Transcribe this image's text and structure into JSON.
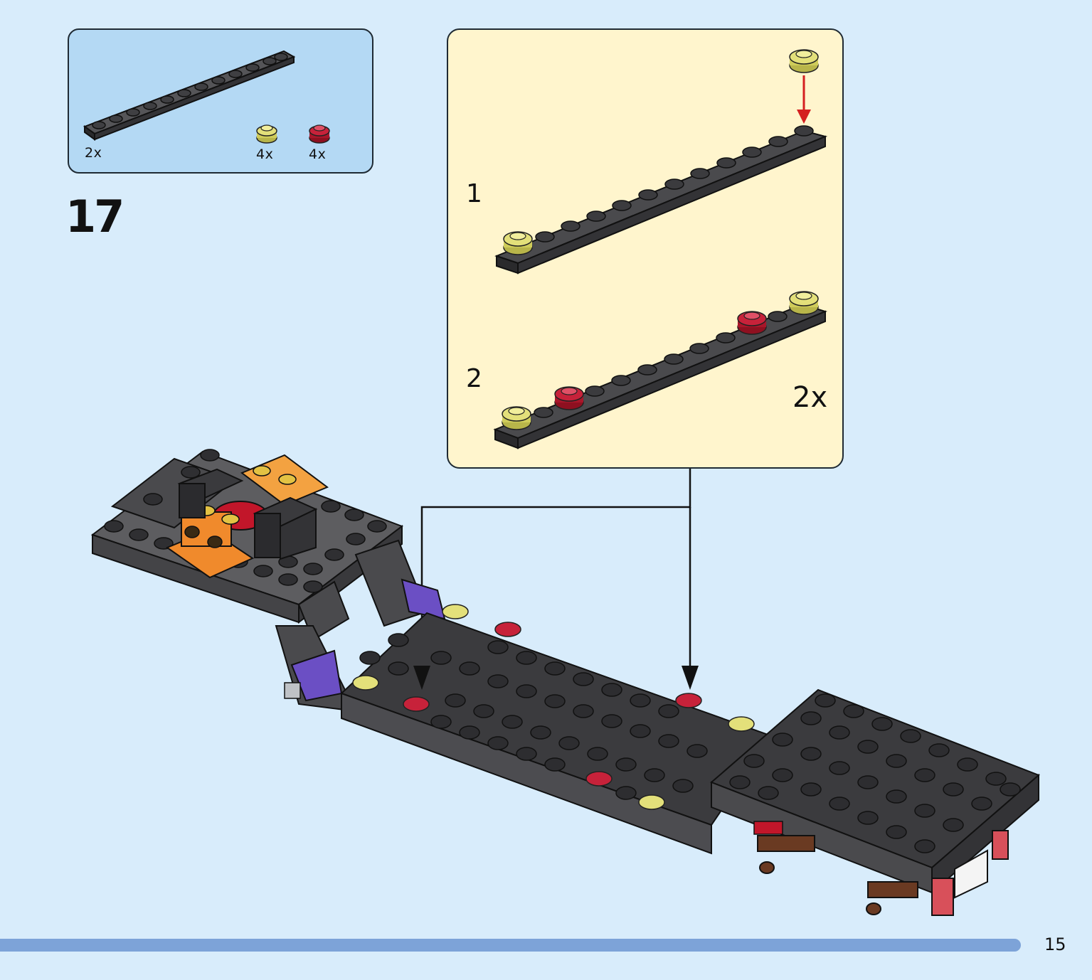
{
  "parts_callout": {
    "items": [
      {
        "part": "dark-gray-1x12-plate",
        "quantity": "2x"
      },
      {
        "part": "trans-yellow-round-1x1-plate",
        "quantity": "4x"
      },
      {
        "part": "trans-red-round-1x1-plate",
        "quantity": "4x"
      }
    ]
  },
  "step": {
    "number": "17"
  },
  "sub_assembly": {
    "steps": [
      {
        "number": "1"
      },
      {
        "number": "2"
      }
    ],
    "multiplier": "2x"
  },
  "colors": {
    "page_background": "#d8ecfb",
    "parts_box": "#b4d9f4",
    "sub_assembly_box": "#fff5cd",
    "dark_gray_brick": "#3c3c3e",
    "trans_yellow": "#d9d66a",
    "trans_red": "#c0182a",
    "orange": "#f08a2c",
    "purple": "#6b4fc4",
    "progress_bar": "#7da3d8",
    "arrow_red": "#d42020"
  },
  "footer": {
    "page_number": "15"
  }
}
